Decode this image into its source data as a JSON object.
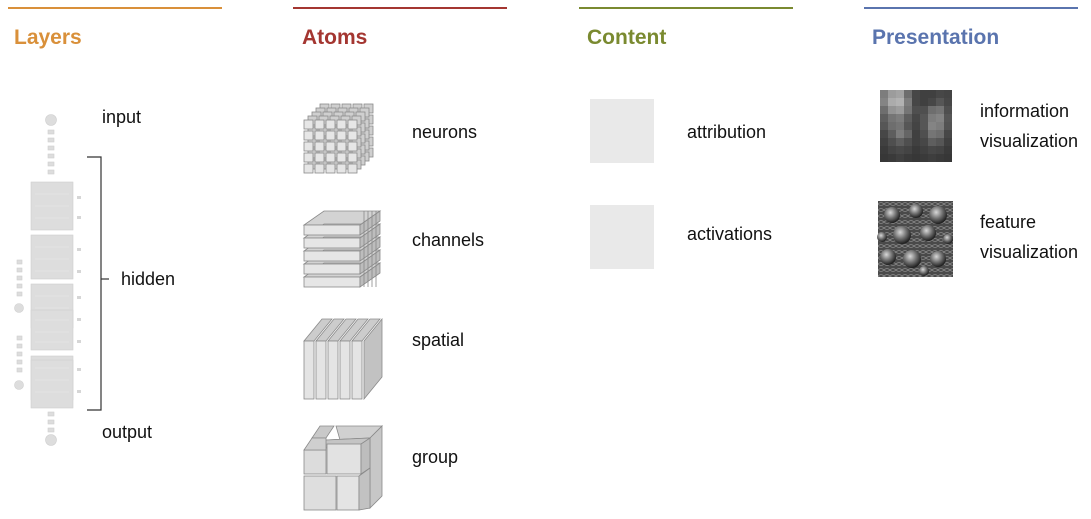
{
  "colors": {
    "layers": "#d9903a",
    "atoms": "#a43631",
    "content": "#7a8a30",
    "presentation": "#5a74ae",
    "swatch": "#e9e9e9",
    "icon_stroke": "#8a8a8a",
    "icon_fill": "#e2e2e2"
  },
  "layers": {
    "heading": "Layers",
    "labels": {
      "input": "input",
      "hidden": "hidden",
      "output": "output"
    }
  },
  "atoms": {
    "heading": "Atoms",
    "items": [
      {
        "label": "neurons",
        "icon": "neuron-cube-icon"
      },
      {
        "label": "channels",
        "icon": "channel-slab-icon"
      },
      {
        "label": "spatial",
        "icon": "spatial-slice-icon"
      },
      {
        "label": "group",
        "icon": "group-block-icon"
      }
    ]
  },
  "content": {
    "heading": "Content",
    "items": [
      {
        "label": "attribution"
      },
      {
        "label": "activations"
      }
    ]
  },
  "presentation": {
    "heading": "Presentation",
    "items": [
      {
        "lines": [
          "information",
          "visualization"
        ],
        "image": "information-visualization-thumbnail"
      },
      {
        "lines": [
          "feature",
          "visualization"
        ],
        "image": "feature-visualization-thumbnail"
      }
    ]
  }
}
